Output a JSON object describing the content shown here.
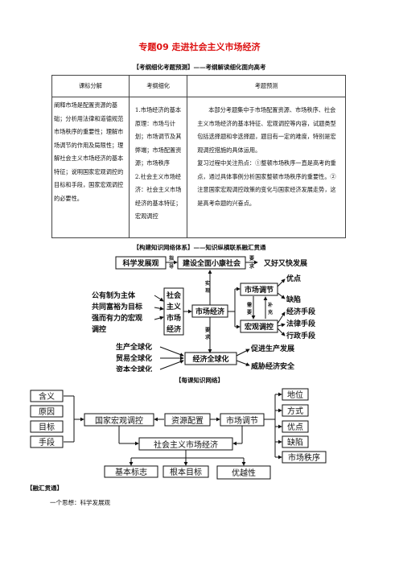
{
  "title": "专题09  走进社会主义市场经济",
  "section1": "【考纲细化考题预测】——考纲解读细化面向高考",
  "table": {
    "headers": [
      "课标分解",
      "考纲细化",
      "考题预测"
    ],
    "col1": "阐释市场是配置资源的基础；分析用法律和道德规范市场秩序的重要性；理解市场调节的作用及局限性；理解社会主义市场经济的基本特征；说明国家宏观调控的目标和手段，国家宏观调控的必要性。",
    "col2a": "1.市场经济的基本原理：市场与计划；市场调节及其弊端；市场配置资源；市场秩序",
    "col2b": "2.社会主义市场经济：社会主义市场经济的基本特征；宏观调控",
    "col3a": "本部分考题集中于市场配置资源、市场秩序、社会主义市场经济的基本特征、宏观调控等内容，试题类型包括选择题和非选择题，题目有一定的难度，特别是宏观调控措施的具体运用。",
    "col3b": "复习过程中关注热点：①整顿市场秩序一直是高考的重点，通过具体事例分析国家整顿市场秩序的重要性。②注意国家宏观调控政策的变化与国家经济发展走势，这是高考命题的兴奋点。"
  },
  "section2": "【构建知识网络体系】——知识纵横联系融汇贯通",
  "diagram1": {
    "top_left": "科学发展观",
    "top_mid": "建设全面小康社会",
    "top_right": "又好又快发展",
    "arrow_guide": [
      "指",
      "导"
    ],
    "arrow_req": [
      "要",
      "求"
    ],
    "left_list": [
      "公有制为主体",
      "共同富裕为目标",
      "强而有力的宏观",
      "调控"
    ],
    "socialism": [
      "社会",
      "主义",
      "市场",
      "经济"
    ],
    "market_economy": "市场经济",
    "realize": [
      "实",
      "现"
    ],
    "market_reg": "市场调节",
    "macro": "宏观调控",
    "need": [
      "需",
      "要"
    ],
    "supplement": [
      "补",
      "充"
    ],
    "advantage": "优点",
    "defect": "缺陷",
    "means": [
      "经济手段",
      "法律手段",
      "行政手段"
    ],
    "require2": [
      "要",
      "求"
    ],
    "glob_list": [
      "生产全球化",
      "贸易全球化",
      "资本全球化"
    ],
    "econ_glob": "经济全球化",
    "promote": "促进生产发展",
    "threat": "威胁经济安全"
  },
  "section3": "【每课知识网络】",
  "diagram2": {
    "left": [
      "含义",
      "原因",
      "目标",
      "手段"
    ],
    "macro": "国家宏观调控",
    "alloc": "资源配置",
    "mreg": "市场调节",
    "right": [
      "地位",
      "方式",
      "优点",
      "缺陷",
      "市场秩序"
    ],
    "center": "社会主义市场经济",
    "bottom": [
      "基本标志",
      "根本目标",
      "优越性"
    ]
  },
  "footer_head": "【融汇贯通】",
  "footer_text": "一个思想：科学发展观"
}
